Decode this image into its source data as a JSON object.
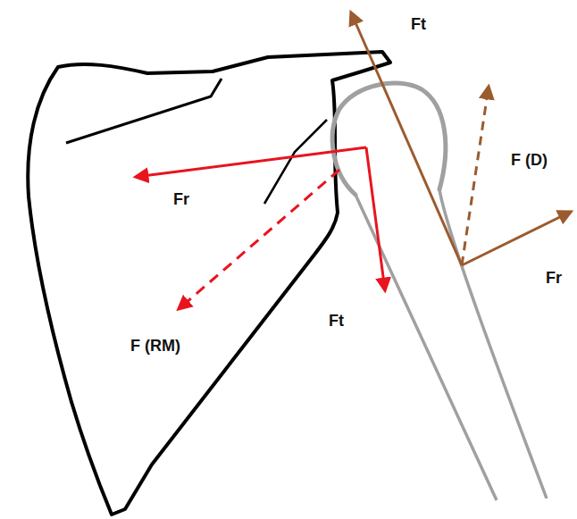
{
  "diagram": {
    "labels": [
      "Ft",
      "F (D)",
      "Fr",
      "Fr",
      "F (RM)",
      "Ft"
    ]
  }
}
